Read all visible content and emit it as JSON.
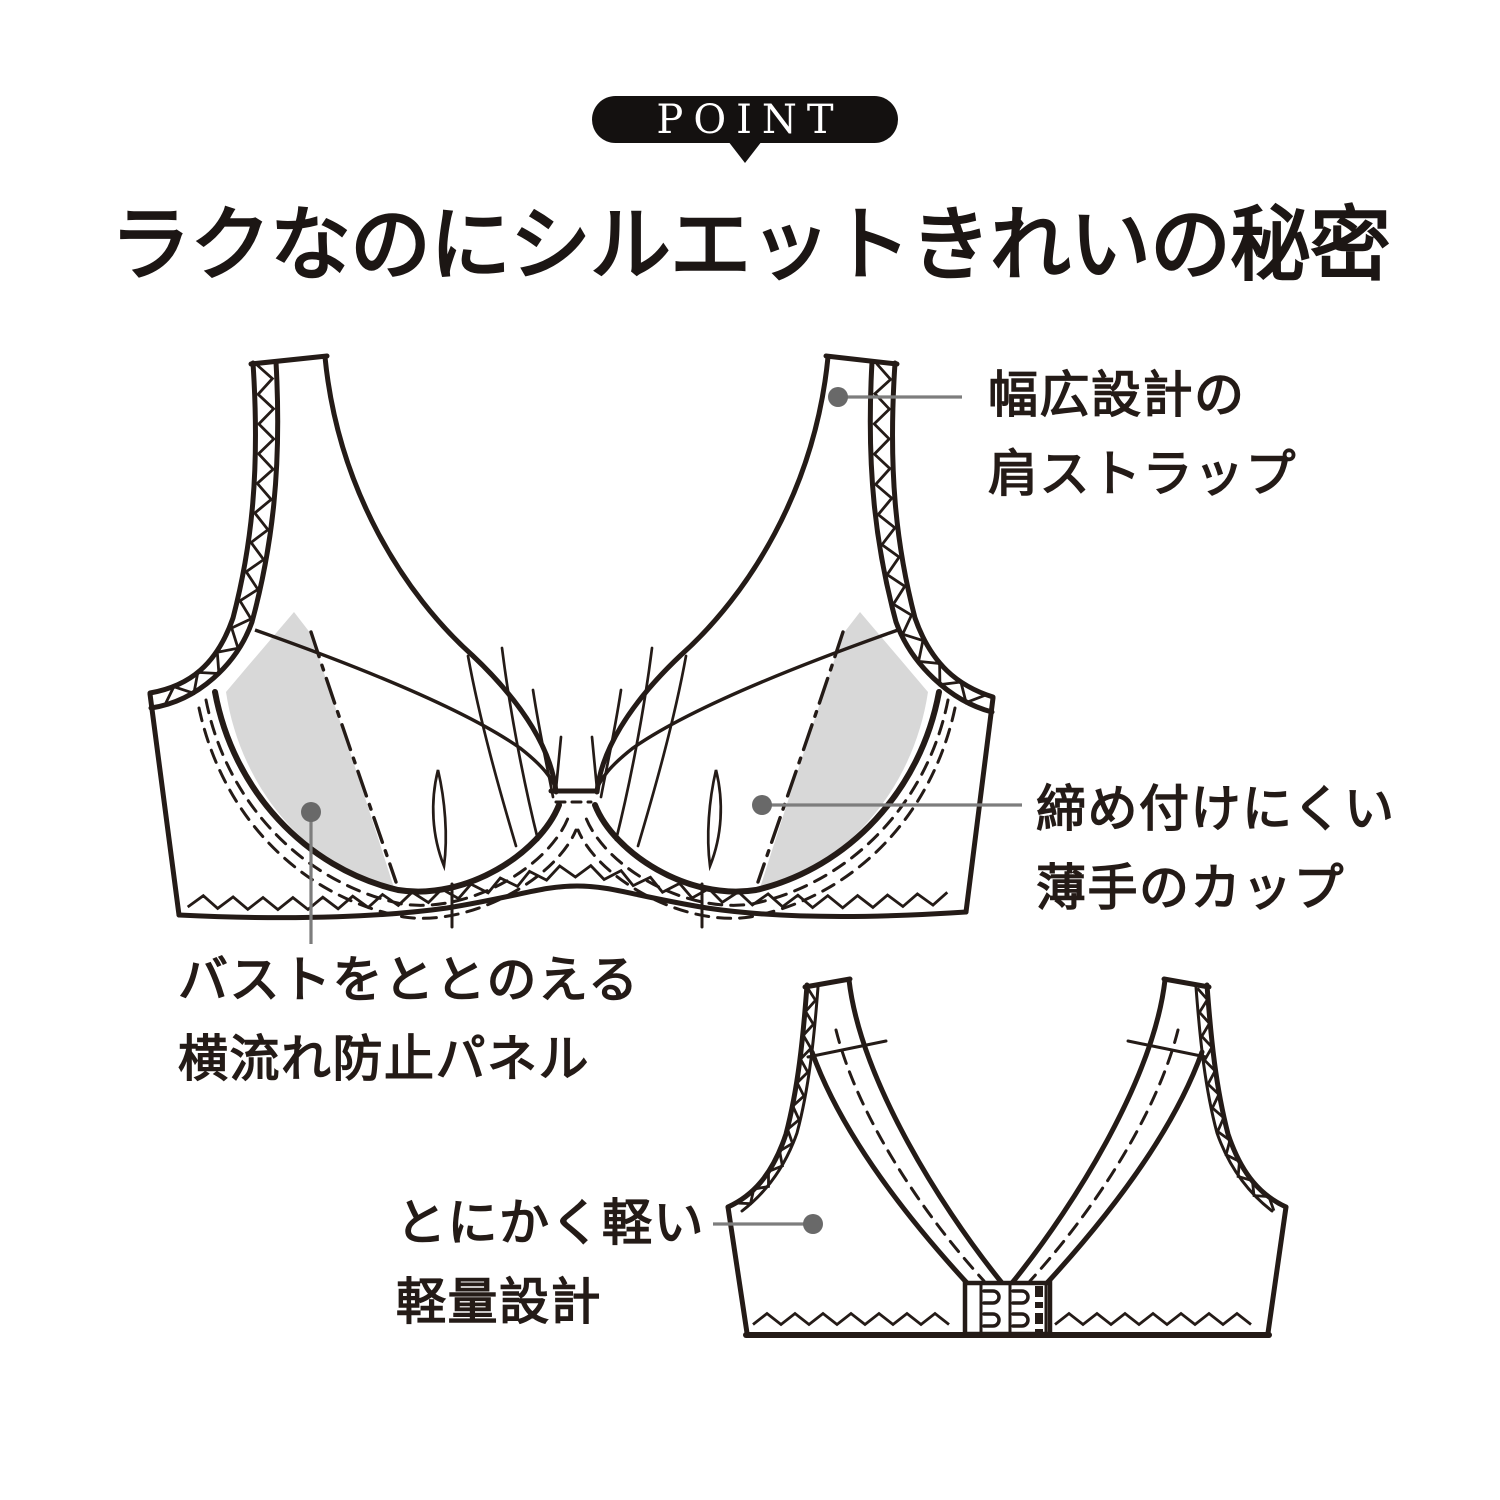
{
  "badge": {
    "label": "POINT"
  },
  "heading": "ラクなのにシルエットきれいの秘密",
  "callouts": {
    "strap": {
      "line1": "幅広設計の",
      "line2": "肩ストラップ"
    },
    "cup": {
      "line1": "締め付けにくい",
      "line2": "薄手のカップ"
    },
    "panel": {
      "line1": "バストをととのえる",
      "line2": "横流れ防止パネル"
    },
    "weight": {
      "line1": "とにかく軽い",
      "line2": "軽量設計"
    }
  },
  "illustrations": {
    "front": "bra-front-line-drawing",
    "back": "bra-back-line-drawing"
  },
  "colors": {
    "ink": "#241b17",
    "panel_fill": "#d8d8d8",
    "callout_line": "#7d7d7d",
    "callout_dot": "#696969",
    "badge_bg": "#141110",
    "badge_text": "#ffffff",
    "background": "#ffffff"
  }
}
